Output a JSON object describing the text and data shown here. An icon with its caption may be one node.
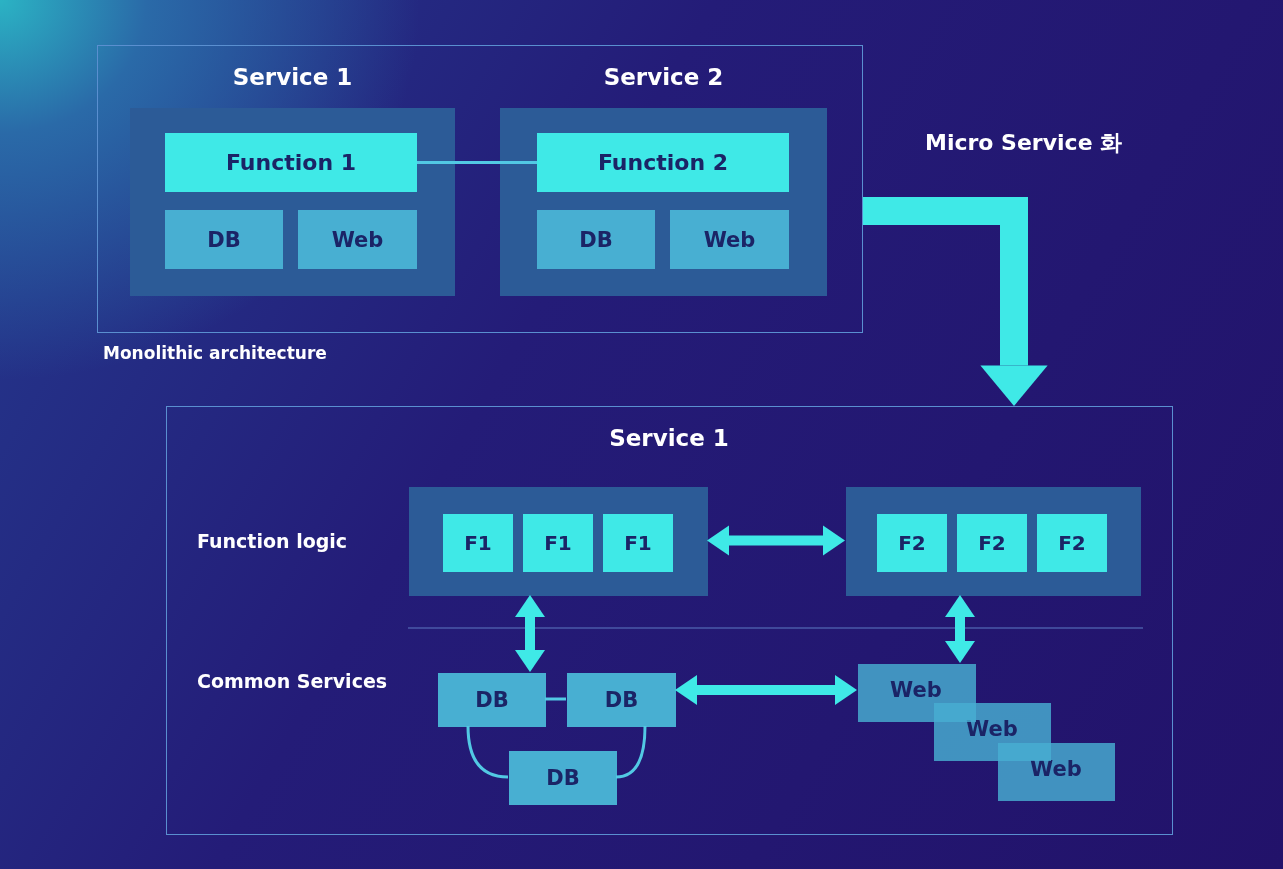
{
  "diagram": {
    "nodes": [
      {
        "text": [
          "Monolithic architecture"
        ]
      },
      {
        "text": [
          "Service 1"
        ],
        "in": 0
      },
      {
        "text": [
          "Function 1"
        ],
        "in": 1
      },
      {
        "text": [
          "DB"
        ],
        "in": 1
      },
      {
        "text": [
          "Web"
        ],
        "in": 1
      },
      {
        "text": [
          "Service 2"
        ],
        "in": 0
      },
      {
        "text": [
          "Function 2"
        ],
        "in": 5
      },
      {
        "text": [
          "DB"
        ],
        "in": 5
      },
      {
        "text": [
          "Web"
        ],
        "in": 5
      },
      {
        "text": [
          "Service 1"
        ]
      },
      {
        "text": [],
        "shape": "box",
        "in": 9
      },
      {
        "text": [
          "F1"
        ],
        "in": 10
      },
      {
        "text": [
          "F1"
        ],
        "in": 10
      },
      {
        "text": [
          "F1"
        ],
        "in": 10
      },
      {
        "text": [],
        "shape": "box",
        "in": 9
      },
      {
        "text": [
          "F2"
        ],
        "in": 14
      },
      {
        "text": [
          "F2"
        ],
        "in": 14
      },
      {
        "text": [
          "F2"
        ],
        "in": 14
      },
      {
        "text": [
          "DB"
        ],
        "in": 9
      },
      {
        "text": [
          "DB"
        ],
        "in": 9
      },
      {
        "text": [
          "DB"
        ],
        "in": 9
      },
      {
        "text": [
          "Web"
        ],
        "in": 9
      },
      {
        "text": [
          "Web"
        ],
        "in": 9
      },
      {
        "text": [
          "Web"
        ],
        "in": 9
      }
    ],
    "edges": [
      {
        "from": 2,
        "to": 6,
        "arrow": "none"
      },
      {
        "from": 0,
        "to": 9,
        "arrow": "to",
        "label": "Micro Service 화",
        "style": "thick"
      },
      {
        "from": 10,
        "to": 14,
        "arrow": "both"
      },
      {
        "from": 10,
        "to": 18,
        "arrow": "both"
      },
      {
        "from": 14,
        "to": 21,
        "arrow": "both"
      },
      {
        "from": 19,
        "to": 21,
        "arrow": "both"
      },
      {
        "from": 18,
        "to": 19,
        "arrow": "none"
      },
      {
        "from": 18,
        "to": 20,
        "arrow": "none"
      },
      {
        "from": 19,
        "to": 20,
        "arrow": "none"
      }
    ],
    "labels": [
      "Function logic",
      "Common Services"
    ]
  }
}
